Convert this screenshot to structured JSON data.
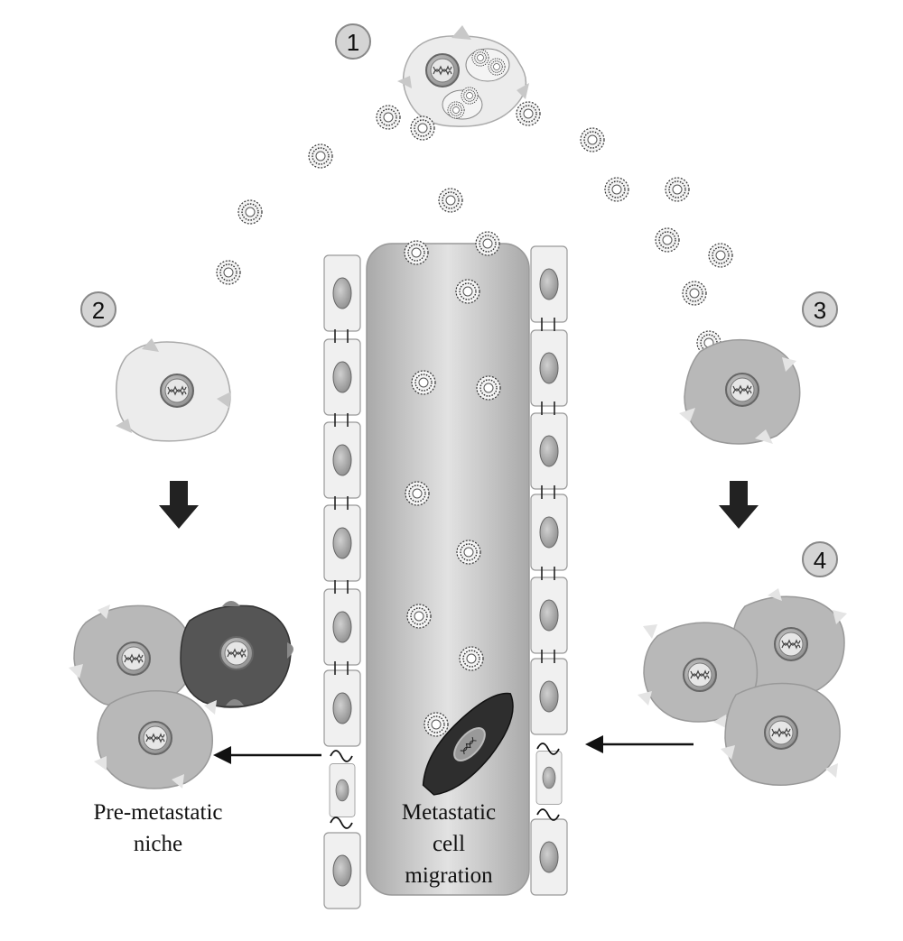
{
  "step_badges": [
    "1",
    "2",
    "3",
    "4"
  ],
  "labels": {
    "pre_metastatic_niche": [
      "Pre-metastatic",
      "niche"
    ],
    "metastatic_migration": [
      "Metastatic",
      "cell",
      "migration"
    ]
  },
  "colors": {
    "light_cell": "#ececec",
    "mid_cell": "#b8b8b8",
    "dark_cell": "#555555",
    "metastatic_cell": "#2e2e2e",
    "vessel": "#c4c4c4",
    "endothelium": "#f0f0f0",
    "arrow": "#222222"
  },
  "icons": [
    "exosome-icon",
    "dna-icon",
    "arrow-icon"
  ]
}
